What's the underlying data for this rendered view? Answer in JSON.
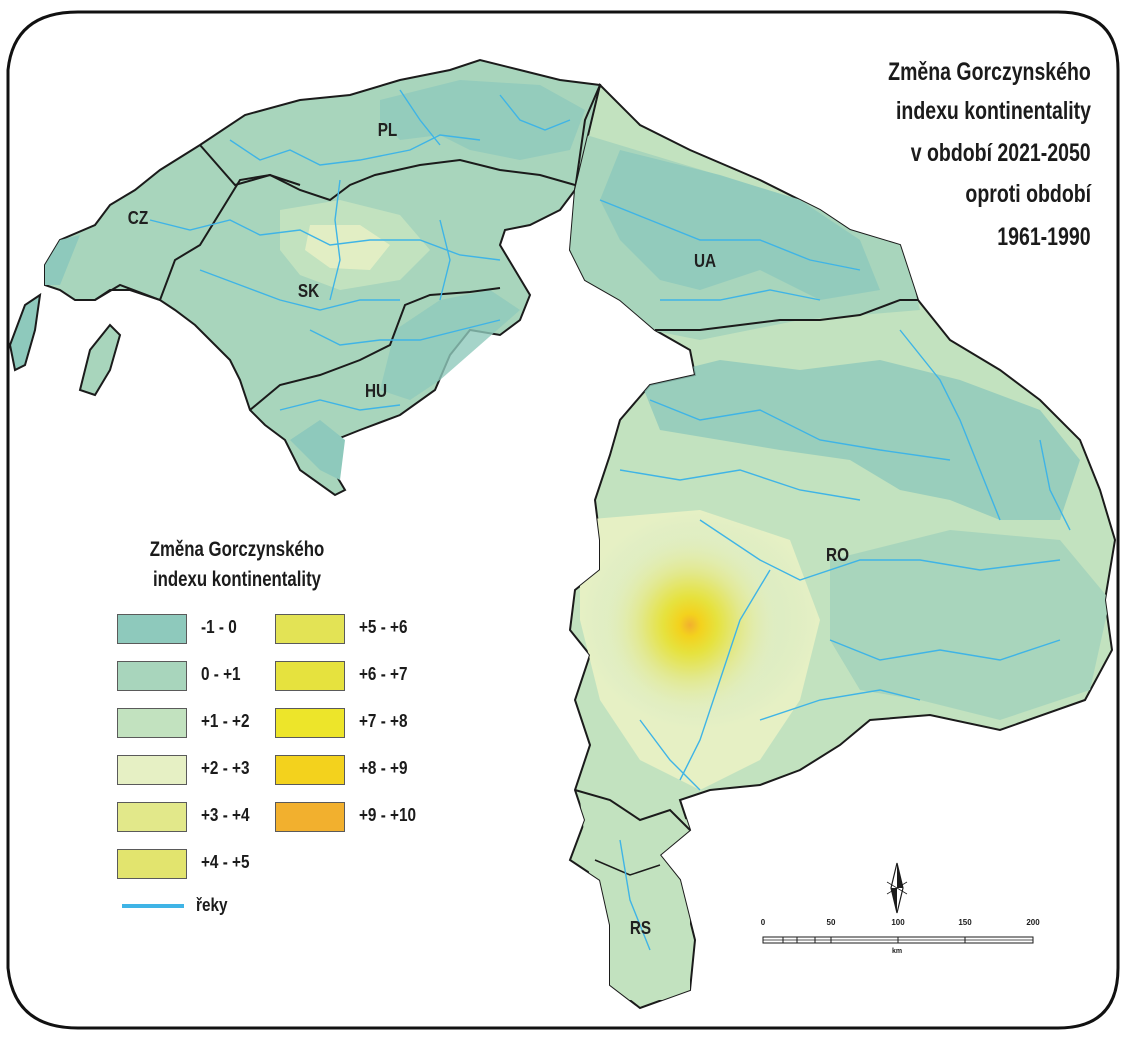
{
  "title": {
    "lines": [
      "Změna Gorczynského",
      "indexu kontinentality",
      "v období 2021-2050",
      "oproti období",
      "1961-1990"
    ]
  },
  "countries": {
    "pl": "PL",
    "cz": "CZ",
    "sk": "SK",
    "ua": "UA",
    "hu": "HU",
    "ro": "RO",
    "rs": "RS"
  },
  "legend": {
    "title_line1": "Změna Gorczynského",
    "title_line2": "indexu kontinentality",
    "classes": [
      {
        "label": "-1 - 0",
        "color": "#8ec9bc"
      },
      {
        "label": "0 - +1",
        "color": "#a8d5bc"
      },
      {
        "label": "+1 - +2",
        "color": "#c2e2bf"
      },
      {
        "label": "+2 - +3",
        "color": "#e6f0c4"
      },
      {
        "label": "+3 - +4",
        "color": "#e2e88a"
      },
      {
        "label": "+4 - +5",
        "color": "#e2e46e"
      },
      {
        "label": "+5 - +6",
        "color": "#e3e355"
      },
      {
        "label": "+6 - +7",
        "color": "#e6e23e"
      },
      {
        "label": "+7 - +8",
        "color": "#ede52a"
      },
      {
        "label": "+8 - +9",
        "color": "#f3d21d"
      },
      {
        "label": "+9 - +10",
        "color": "#f2b02e"
      }
    ],
    "rivers_label": "řeky",
    "rivers_color": "#3fb4e6"
  },
  "scale_bar": {
    "ticks": [
      "0",
      "50",
      "100",
      "150",
      "200"
    ],
    "unit": "km"
  }
}
